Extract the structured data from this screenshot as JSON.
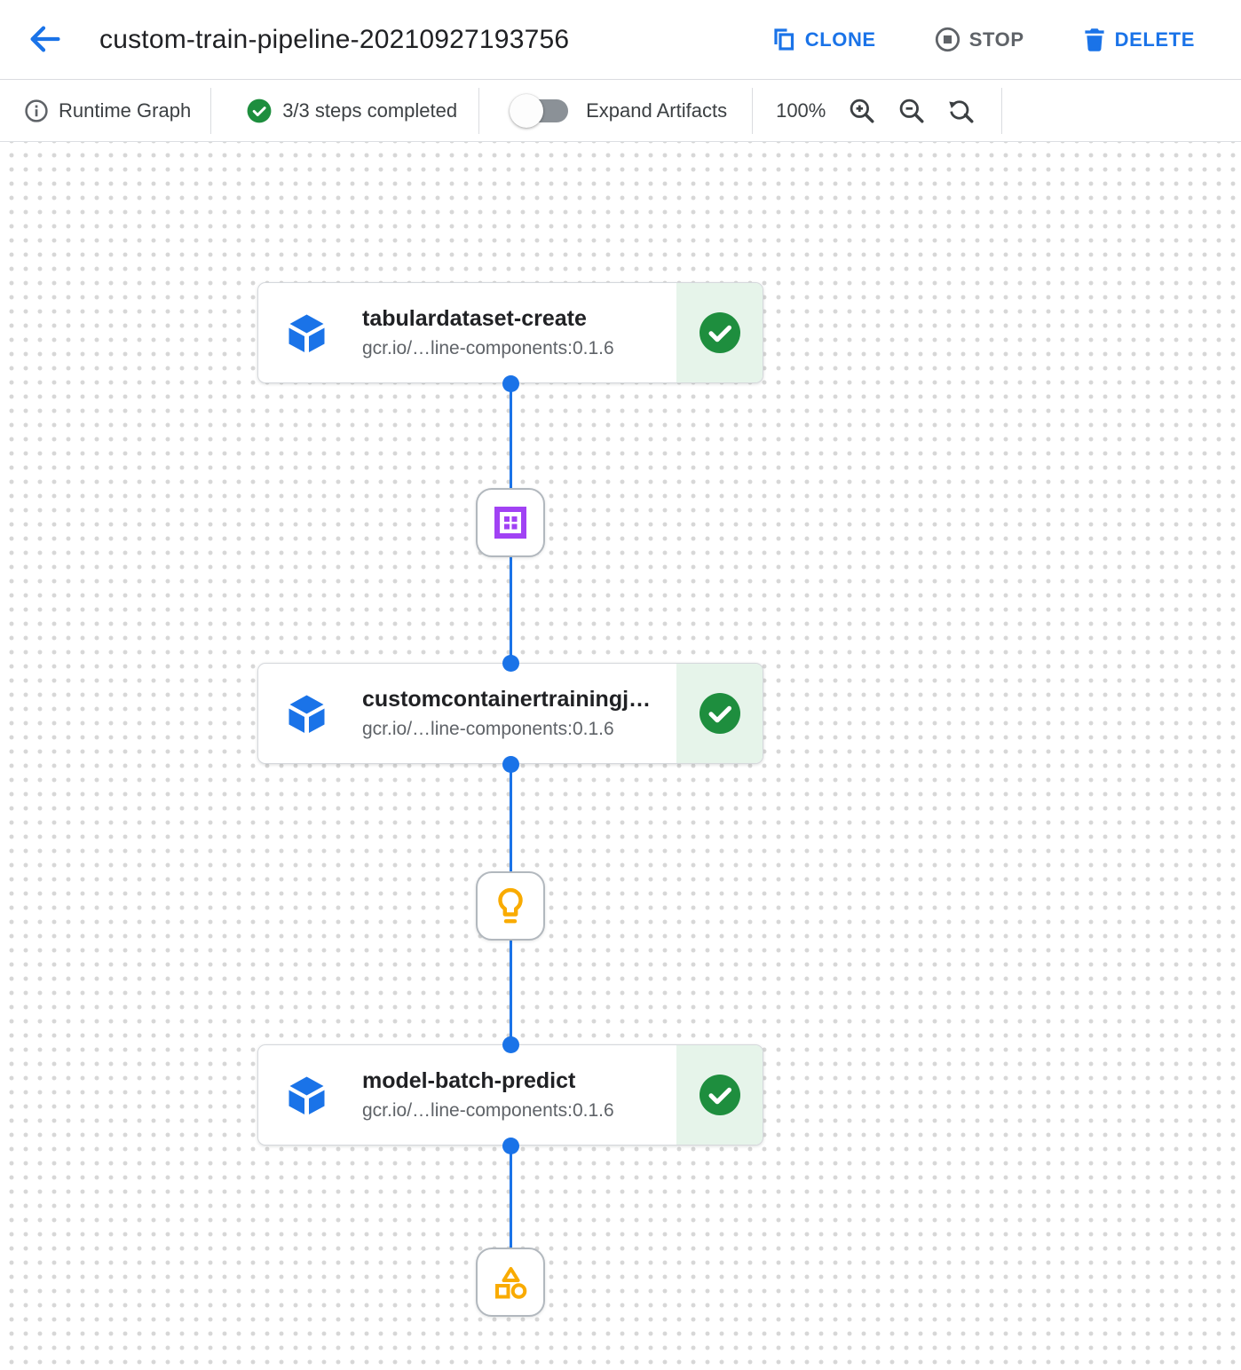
{
  "header": {
    "title": "custom-train-pipeline-20210927193756",
    "clone_label": "CLONE",
    "stop_label": "STOP",
    "delete_label": "DELETE"
  },
  "toolbar": {
    "view_label": "Runtime Graph",
    "steps_completed": "3/3 steps completed",
    "expand_artifacts_label": "Expand Artifacts",
    "expand_artifacts_state": "off",
    "zoom_level": "100%"
  },
  "graph": {
    "nodes": [
      {
        "title": "tabulardataset-create",
        "subtitle": "gcr.io/…line-components:0.1.6",
        "status": "completed"
      },
      {
        "title": "customcontainertrainingj…",
        "subtitle": "gcr.io/…line-components:0.1.6",
        "status": "completed"
      },
      {
        "title": "model-batch-predict",
        "subtitle": "gcr.io/…line-components:0.1.6",
        "status": "completed"
      }
    ],
    "artifacts": [
      {
        "icon": "dataset-artifact-icon",
        "color": "#a142f4"
      },
      {
        "icon": "model-artifact-icon",
        "color": "#f9ab00"
      },
      {
        "icon": "system-artifact-icon",
        "color": "#f9ab00"
      }
    ]
  },
  "icons": {
    "back": "arrow-left",
    "clone": "copy",
    "stop": "stop-circle",
    "delete": "trash",
    "info": "info-circle",
    "step_status": "check-circle",
    "component": "cube",
    "zoom_in": "magnifier-plus",
    "zoom_out": "magnifier-minus",
    "zoom_reset": "magnifier-reset"
  },
  "colors": {
    "accent_blue": "#1a73e8",
    "success_green": "#1e8e3e",
    "success_bg": "#e6f4ea",
    "artifact_purple": "#a142f4",
    "artifact_yellow": "#f9ab00",
    "text_primary": "#202124",
    "text_secondary": "#5f6368"
  }
}
